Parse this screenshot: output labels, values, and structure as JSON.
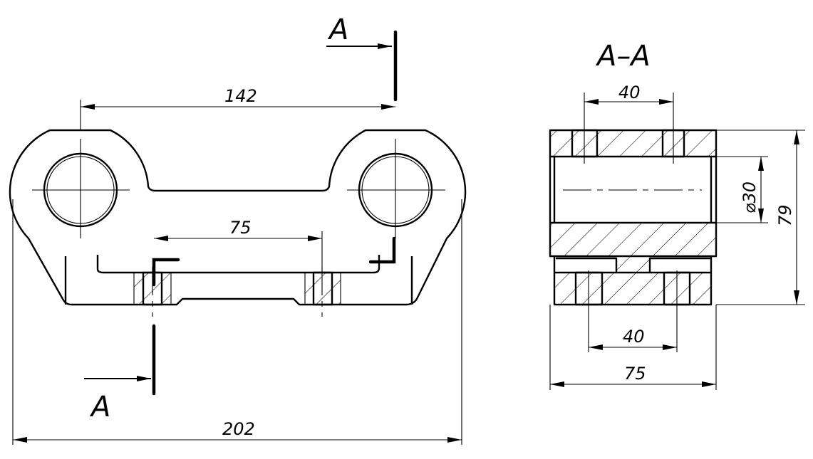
{
  "title": "A–A",
  "section_labels": {
    "top": "A",
    "bottom": "A"
  },
  "main_view": {
    "dims": {
      "center_distance": "142",
      "hole_spacing": "75",
      "overall_length": "202"
    }
  },
  "section_view": {
    "dims": {
      "top_hole_spacing": "40",
      "bottom_hole_spacing": "40",
      "width": "75",
      "bore_diameter": "⌀30",
      "height": "79"
    }
  }
}
